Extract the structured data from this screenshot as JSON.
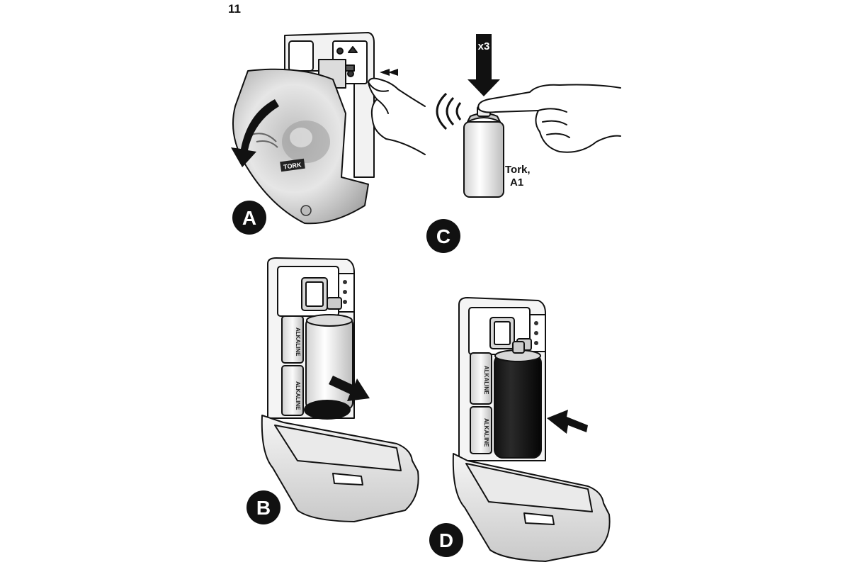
{
  "page_number": "11",
  "steps": [
    {
      "letter": "A"
    },
    {
      "letter": "B"
    },
    {
      "letter": "C",
      "press_count": "x3",
      "refill_label_line1": "Tork,",
      "refill_label_line2": "A1"
    },
    {
      "letter": "D"
    }
  ],
  "brand_mark": "TORK",
  "battery_text": "ALKALINE",
  "colors": {
    "ink": "#111111",
    "shade": "#d9d9d9",
    "paper": "#ffffff"
  }
}
